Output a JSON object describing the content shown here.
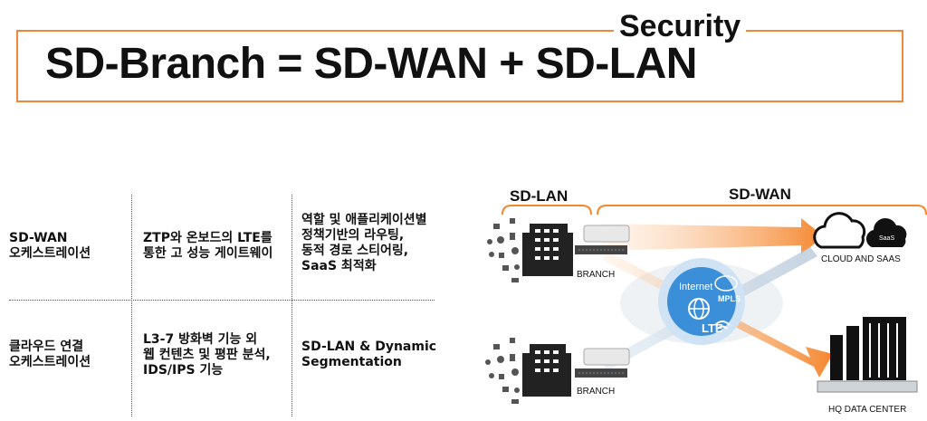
{
  "banner": {
    "title": "SD-Branch = SD-WAN + SD-LAN",
    "security_label": "Security",
    "border_color": "#f0873a"
  },
  "table": {
    "rows": [
      [
        "SD-WAN\n오케스트레이션",
        "ZTP와 온보드의 LTE를\n통한 고 성능 게이트웨이",
        "역할 및 애플리케이션별\n정책기반의 라우팅,\n동적 경로 스티어링,\nSaaS 최적화"
      ],
      [
        "클라우드 연결\n오케스트레이션",
        "L3-7 방화벽 기능 외\n웹 컨텐츠 및 평판 분석,\nIDS/IPS 기능",
        "SD-LAN  & Dynamic\nSegmentation"
      ]
    ]
  },
  "diagram": {
    "sdlan_label": "SD-LAN",
    "sdwan_label": "SD-WAN",
    "branch_label_1": "BRANCH",
    "branch_label_2": "BRANCH",
    "cloud_label": "CLOUD AND SAAS",
    "saas_badge": "SaaS",
    "hq_label": "HQ DATA CENTER",
    "internet_label": "Internet",
    "mpls_label": "MPLS",
    "lte_label": "LTE",
    "accent_color": "#f5872f",
    "hub_color": "#3b8fd8",
    "icons": [
      "building-icon",
      "switch-icon",
      "cloud-icon",
      "saas-cloud-icon",
      "datacenter-icon",
      "globe-icon",
      "wifi-icon"
    ]
  }
}
